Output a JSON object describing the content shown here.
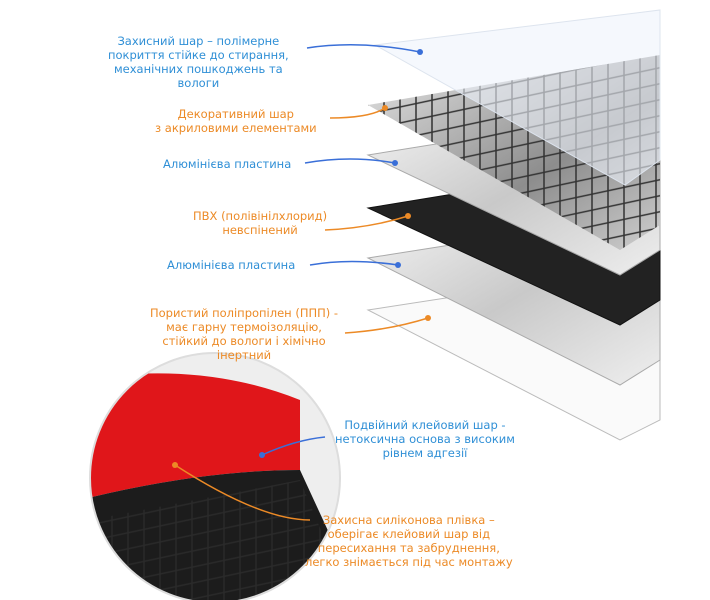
{
  "colors": {
    "blue": "#2f8fd6",
    "orange": "#ec8a26",
    "line_blue": "#3a6fd8"
  },
  "labels": [
    {
      "id": "protective",
      "lines": [
        "Захисний шар – полімерне",
        "покриття стійке до стирання,",
        "механічних пошкоджень та",
        "вологи"
      ]
    },
    {
      "id": "decorative",
      "lines": [
        "Декоративний шар",
        "з акриловими елементами"
      ]
    },
    {
      "id": "aluminium1",
      "lines": [
        "Алюмінієва пластина"
      ]
    },
    {
      "id": "pvc",
      "lines": [
        "ПВХ (полівінілхлорид)",
        "невспінений"
      ]
    },
    {
      "id": "aluminium2",
      "lines": [
        "Алюмінієва пластина"
      ]
    },
    {
      "id": "polypropylene",
      "lines": [
        "Пористий поліпропілен (ППП) -",
        "має гарну термоізоляцію,",
        "стійкий до вологи і хімічно",
        "інертний"
      ]
    },
    {
      "id": "adhesive",
      "lines": [
        "Подвійний клейовий шар -",
        "нетоксична основа з високим",
        "рівнем адгезії"
      ]
    },
    {
      "id": "film",
      "lines": [
        "Захисна силіконова плівка –",
        "оберігає клейовий шар від",
        "пересихання та забруднення,",
        "легко знімається під час монтажу"
      ]
    }
  ]
}
